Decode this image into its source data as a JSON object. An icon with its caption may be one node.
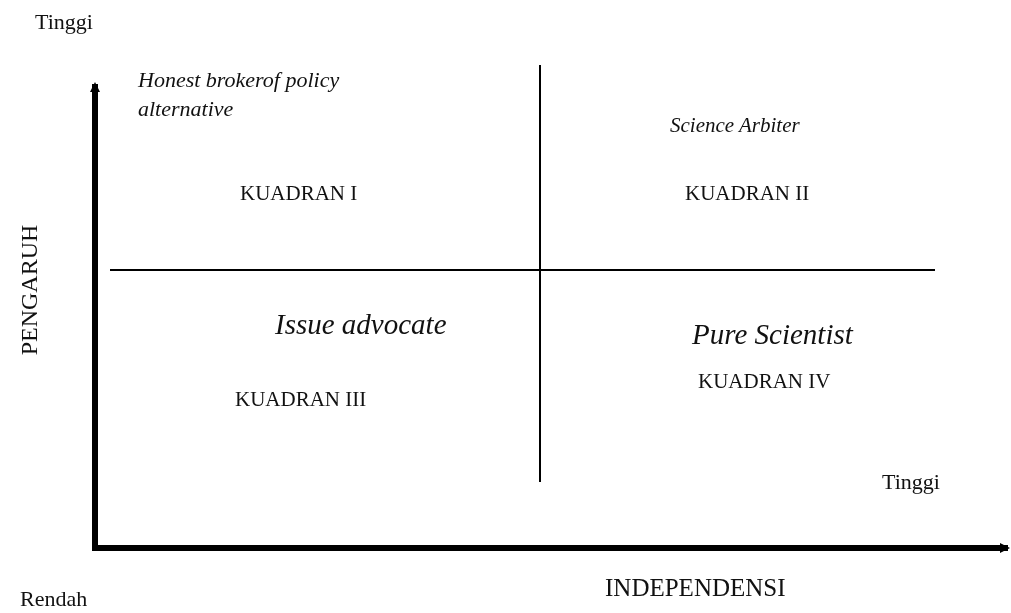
{
  "diagram": {
    "labels": [
      "Tinggi",
      "Honest brokerof policy alternative",
      "Science Arbiter",
      "KUADRAN I",
      "KUADRAN II",
      "PENGARUH",
      "Issue advocate",
      "Pure Scientist",
      "KUADRAN III",
      "KUADRAN IV",
      "Tinggi",
      "INDEPENDENSI",
      "Rendah"
    ]
  }
}
